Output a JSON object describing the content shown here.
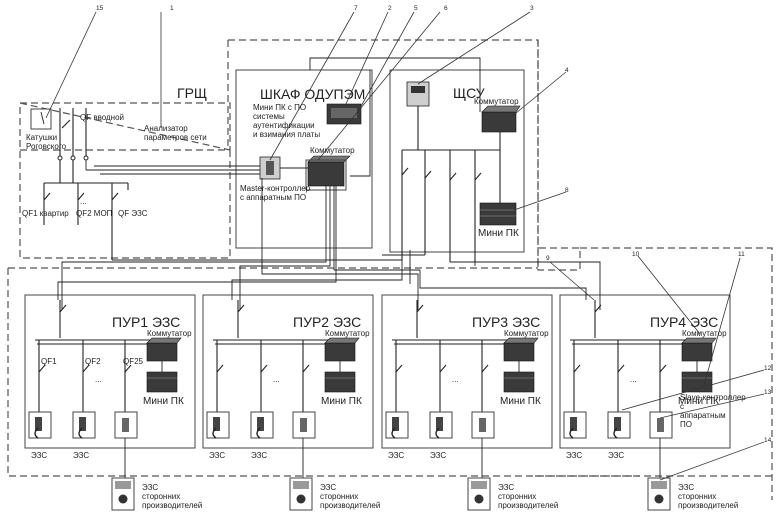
{
  "labels": {
    "grsch": "ГРЩ",
    "shkaf": "ШКАФ ОДУПЭМ",
    "shsu": "ЩСУ",
    "pur1": "ПУР1 ЭЗС",
    "pur2": "ПУР2 ЭЗС",
    "pur3": "ПУР3 ЭЗС",
    "pur4": "ПУР4 ЭЗС"
  },
  "text": {
    "rogowski": [
      "Катушки",
      "Роговского"
    ],
    "qf_input": "QF вводной",
    "analyzer": [
      "Анализатор",
      "параметров сети"
    ],
    "qf1_flat": "QF1 квартир",
    "qf2_mop": "QF2 МОП",
    "qf_ezs": "QF ЭЗС",
    "dots": "...",
    "mini_pc_po": [
      "Мини ПК с ПО",
      "системы",
      "аутентификации",
      "и взимания платы"
    ],
    "switch": "Коммутатор",
    "master": [
      "Master-контроллер",
      "с аппаратным ПО"
    ],
    "mini_pc": "Мини ПК",
    "qf1": "QF1",
    "qf2": "QF2",
    "qf25": "QF25",
    "ezs": "ЭЗС",
    "slave": [
      "Slave-контроллер",
      "с",
      "аппаратным",
      "ПО"
    ],
    "third_party": [
      "ЭЗС",
      "сторонних",
      "производителей"
    ]
  },
  "callouts": [
    "1",
    "2",
    "3",
    "4",
    "5",
    "6",
    "7",
    "8",
    "9",
    "10",
    "11",
    "12",
    "13",
    "14",
    "15"
  ]
}
